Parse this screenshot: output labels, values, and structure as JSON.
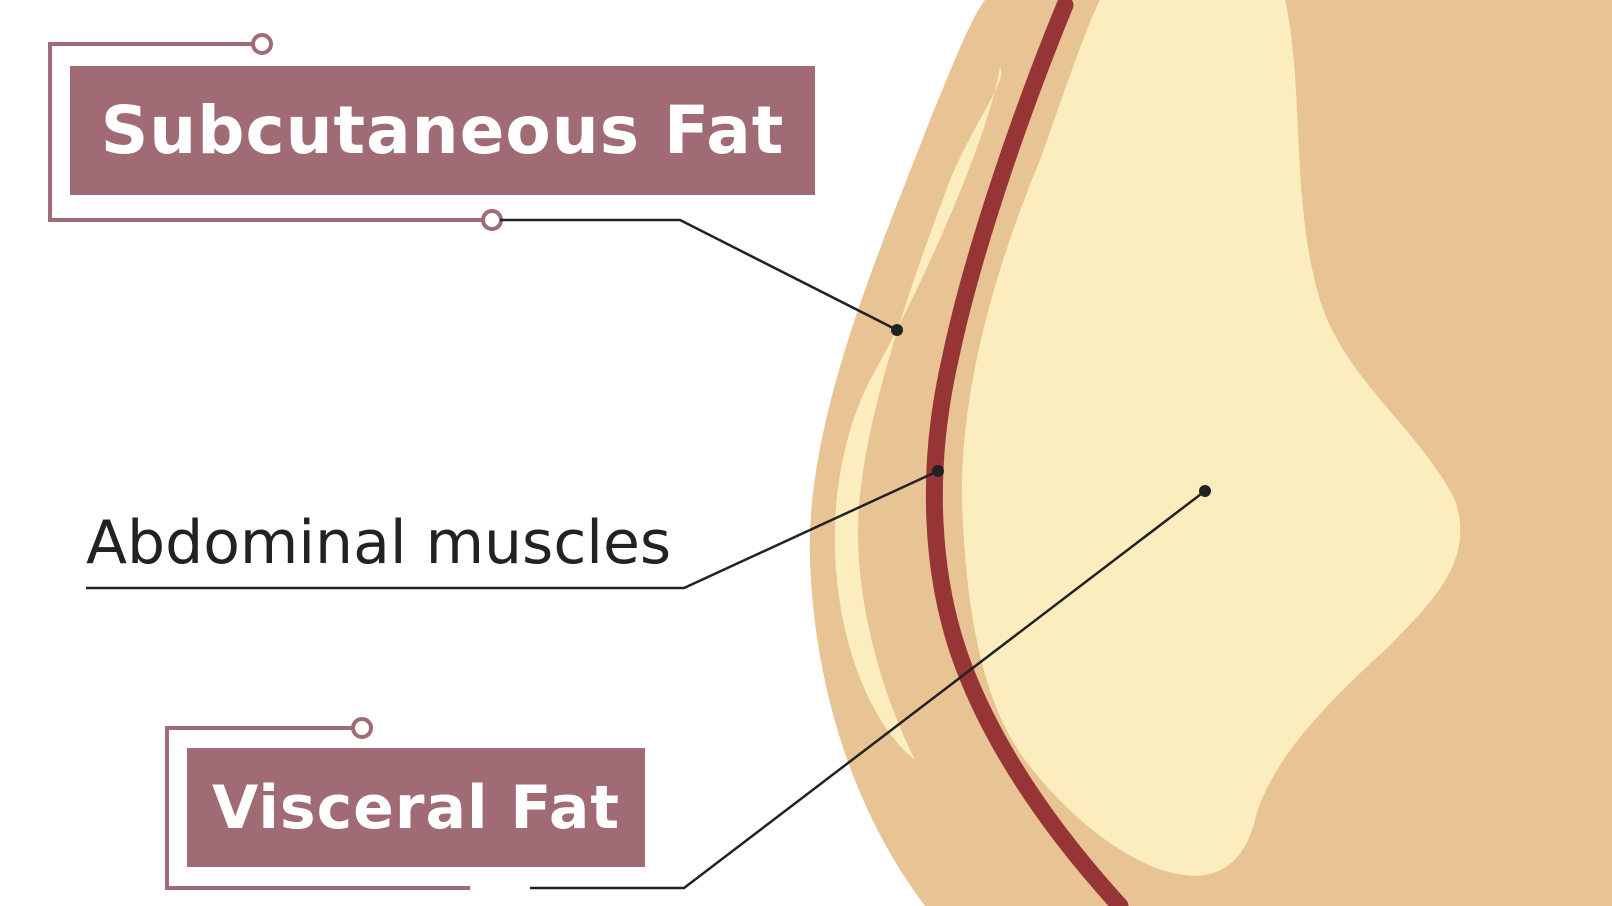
{
  "labels": {
    "subcutaneous_fat": "Subcutaneous Fat",
    "abdominal_muscles": "Abdominal muscles",
    "visceral_fat": "Visceral Fat"
  },
  "colors": {
    "skin": "#e8c393",
    "fat": "#fbedbd",
    "muscle": "#963436",
    "label_fill": "#a06b75",
    "label_frame": "#a06b75",
    "leader_line": "#222222",
    "background": "#ffffff"
  }
}
